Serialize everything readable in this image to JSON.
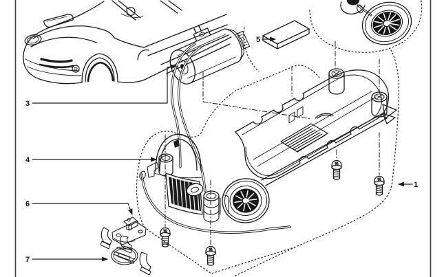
{
  "diagram": {
    "background_color": "#ffffff",
    "line_color": "#1a1a1a",
    "callouts": [
      {
        "number": "1"
      },
      {
        "number": "3"
      },
      {
        "number": "4"
      },
      {
        "number": "5"
      },
      {
        "number": "6"
      },
      {
        "number": "7"
      }
    ]
  }
}
